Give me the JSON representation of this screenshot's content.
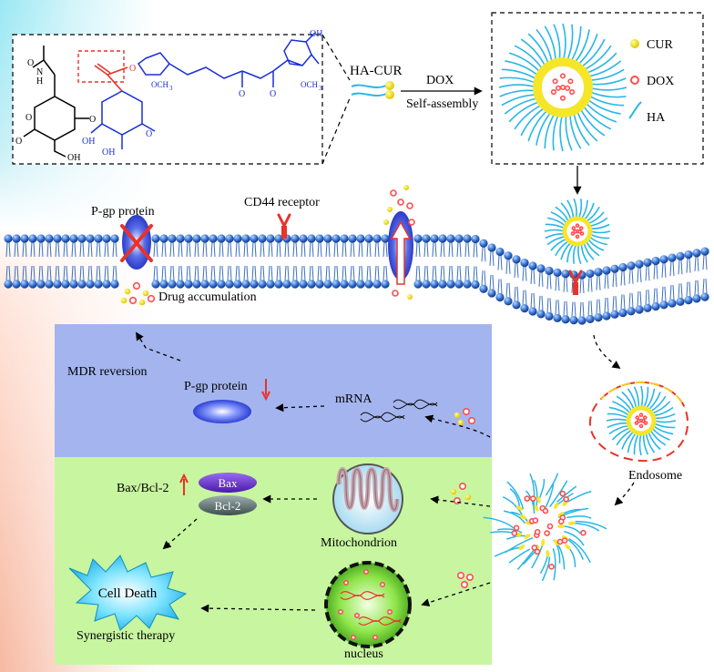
{
  "diagram": {
    "conjugate_label": "HA-CUR",
    "arrow_top_label": "DOX",
    "arrow_bottom_label": "Self-assembly",
    "legend": [
      {
        "label": "CUR",
        "color": "#f5e62a"
      },
      {
        "label": "DOX",
        "color": "#ff4d4d"
      },
      {
        "label": "HA",
        "color": "#29b6e6"
      }
    ],
    "structure": {
      "ring_sub1": "OCH",
      "ring_sub1_num": "3",
      "ring_sub2": "OCH",
      "ring_sub2_num": "3",
      "atom_o": "O",
      "atom_oh": "OH",
      "atom_nh": "N",
      "atom_h": "H"
    },
    "membrane": {
      "pgp_label": "P-gp protein",
      "cd44_label": "CD44 receptor",
      "drug_accumulation_label": "Drug accumulation"
    },
    "blue_panel": {
      "mdr_label": "MDR reversion",
      "pgp_label": "P-gp protein",
      "mrna_label": "mRNA"
    },
    "green_panel": {
      "bax_ratio_label": "Bax/Bcl-2",
      "bax_label": "Bax",
      "bcl2_label": "Bcl-2",
      "mito_label": "Mitochondrion",
      "cell_death_label": "Cell Death",
      "synergy_label": "Synergistic therapy",
      "nucleus_label": "nucleus"
    },
    "endosome_label": "Endosome",
    "colors": {
      "ha_chain": "#29b6e6",
      "cur": "#f5e62a",
      "dox": "#ff4d4d",
      "blue_panel": "#a4b4ee",
      "green_panel": "#c8f5a0",
      "membrane": "#2a68c8",
      "arrow_red": "#e8322a"
    }
  }
}
